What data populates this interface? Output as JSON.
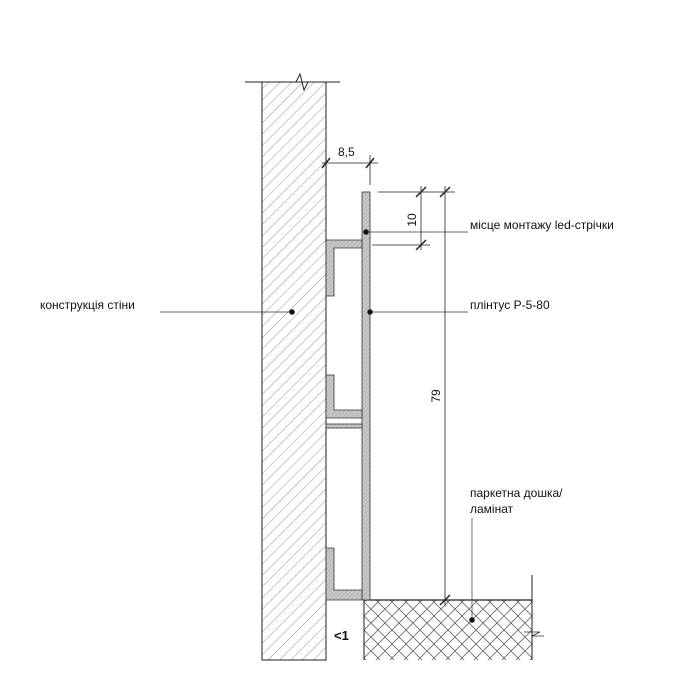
{
  "dimensions": {
    "gap_width": "8,5",
    "led_offset": "10",
    "profile_height": "79",
    "expansion_gap": "<1"
  },
  "labels": {
    "led_mount": "місце монтажу led-стрічки",
    "skirting": "плінтус P-5-80",
    "wall": "конструкція стіни",
    "floor_line1": "паркетна дошка/",
    "floor_line2": "ламінат"
  },
  "colors": {
    "line": "#222222",
    "profile_fill": "#bdbdbd"
  }
}
